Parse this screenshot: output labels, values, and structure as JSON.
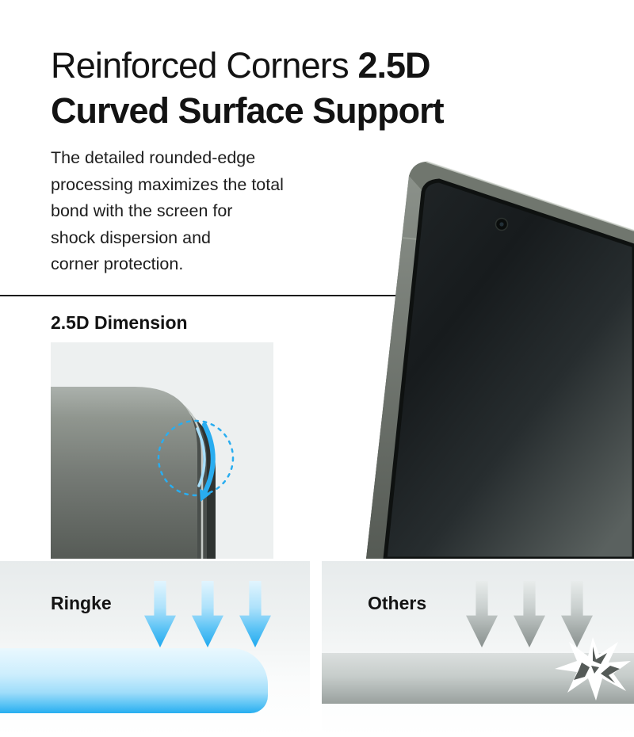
{
  "header": {
    "title_regular": "Reinforced Corners ",
    "title_bold1": "2.5D",
    "title_bold2": "Curved Surface Support",
    "description": "The detailed rounded-edge\nprocessing maximizes the total\nbond with the screen for\nshock dispersion and\ncorner protection."
  },
  "section": {
    "label": "2.5D Dimension"
  },
  "comparison": {
    "ringke_label": "Ringke",
    "others_label": "Others"
  },
  "icons": {
    "down_arrow": "down-arrow",
    "dashed_circle": "dashed-highlight-circle",
    "curved_arrow": "curved-edge-arrow",
    "camera": "front-camera",
    "shatter": "impact-shatter"
  },
  "colors": {
    "accent_blue": "#29adf0",
    "arrow_gray": "#89908e",
    "panel_gray": "#edf0f0",
    "phone_body": "#4b504a",
    "divider": "#1c1c1c"
  }
}
